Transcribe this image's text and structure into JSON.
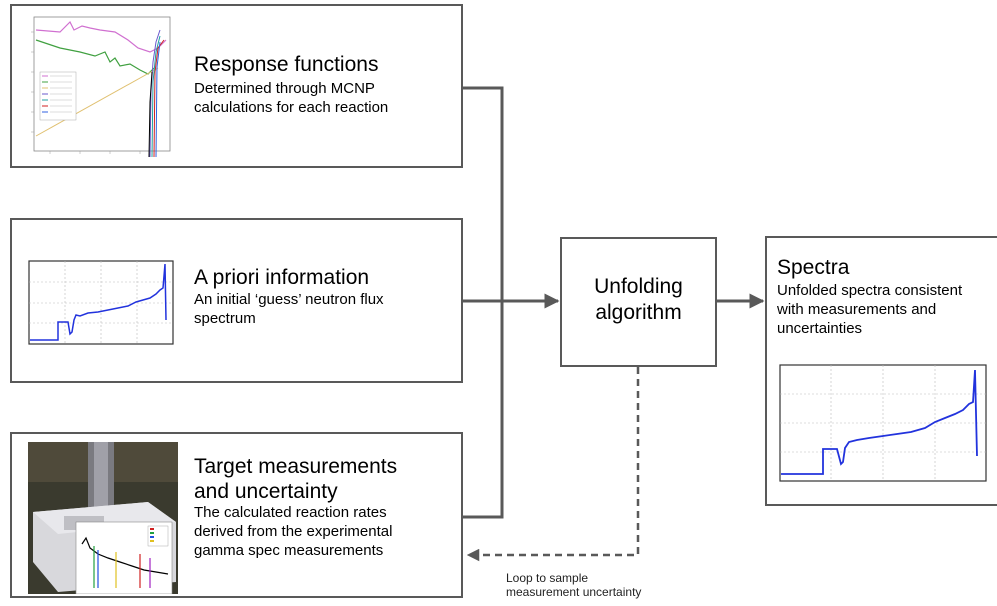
{
  "boxes": {
    "response": {
      "title": "Response functions",
      "desc_lines": [
        "Determined through MCNP",
        "calculations for each reaction"
      ]
    },
    "apriori": {
      "title": "A priori information",
      "desc_lines": [
        "An initial ‘guess’ neutron flux",
        "spectrum"
      ]
    },
    "target": {
      "title_lines": [
        "Target measurements",
        "and uncertainty"
      ],
      "desc_lines": [
        "The calculated reaction rates",
        "derived from the experimental",
        "gamma spec measurements"
      ]
    },
    "unfolding": {
      "title_lines": [
        "Unfolding",
        "algorithm"
      ]
    },
    "spectra": {
      "title": "Spectra",
      "desc_lines": [
        "Unfolded spectra consistent",
        "with measurements and",
        "uncertainties"
      ]
    }
  },
  "loop_label_lines": [
    "Loop to sample",
    "measurement uncertainty"
  ],
  "colors": {
    "border": "#595959",
    "arrow": "#595959",
    "spectrum_line": "#2233dd",
    "response_lines": [
      "#d070d0",
      "#40a040",
      "#e0c070",
      "#6a5acd",
      "#20a0a0",
      "#d02020",
      "#3060e0",
      "#000000"
    ]
  },
  "icons": {
    "plot": "response-functions-plot",
    "spectrum": "neutron-spectrum-plot",
    "photo": "detector-photo"
  }
}
